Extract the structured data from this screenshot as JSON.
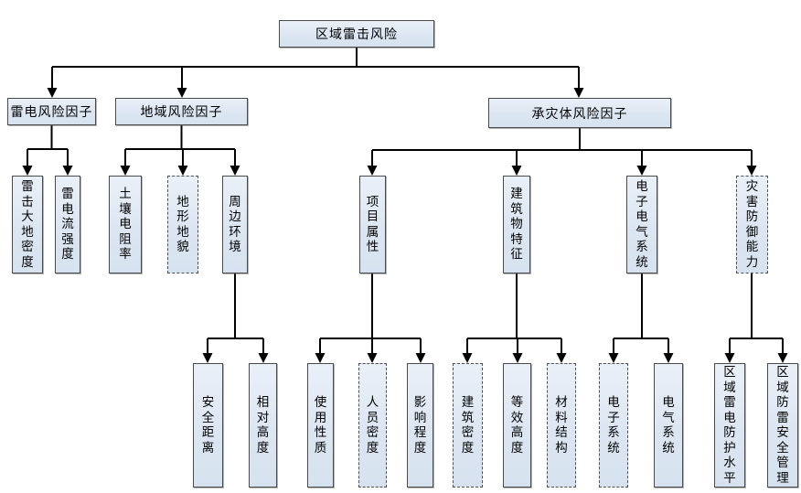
{
  "nodes": {
    "root": {
      "label": "区域雷击风险"
    },
    "level2": [
      {
        "label": "雷电风险因子",
        "border": "solid"
      },
      {
        "label": "地域风险因子",
        "border": "solid"
      },
      {
        "label": "承灾体风险因子",
        "border": "solid"
      }
    ],
    "level3": [
      {
        "label": "雷击大地密度",
        "border": "solid"
      },
      {
        "label": "雷电流强度",
        "border": "solid"
      },
      {
        "label": "土壤电阻率",
        "border": "solid"
      },
      {
        "label": "地形地貌",
        "border": "dashed"
      },
      {
        "label": "周边环境",
        "border": "solid"
      },
      {
        "label": "项目属性",
        "border": "solid"
      },
      {
        "label": "建筑物特征",
        "border": "solid"
      },
      {
        "label": "电子电气系统",
        "border": "solid"
      },
      {
        "label": "灾害防御能力",
        "border": "dashed"
      }
    ],
    "level4": [
      {
        "label": "安全距离",
        "border": "solid"
      },
      {
        "label": "相对高度",
        "border": "solid"
      },
      {
        "label": "使用性质",
        "border": "solid"
      },
      {
        "label": "人员密度",
        "border": "dashed"
      },
      {
        "label": "影响程度",
        "border": "solid"
      },
      {
        "label": "建筑密度",
        "border": "dashed"
      },
      {
        "label": "等效高度",
        "border": "solid"
      },
      {
        "label": "材料结构",
        "border": "dashed"
      },
      {
        "label": "电子系统",
        "border": "dashed"
      },
      {
        "label": "电气系统",
        "border": "solid"
      },
      {
        "label": "区域雷电防护水平",
        "border": "solid"
      },
      {
        "label": "区域防雷安全管理",
        "border": "solid"
      }
    ]
  },
  "colors": {
    "node_fill": "#dce6f2",
    "node_border_solid": "#4a4a4a",
    "node_border_dashed": "#4f4f4f",
    "connector": "#000000",
    "background": "#ffffff"
  }
}
